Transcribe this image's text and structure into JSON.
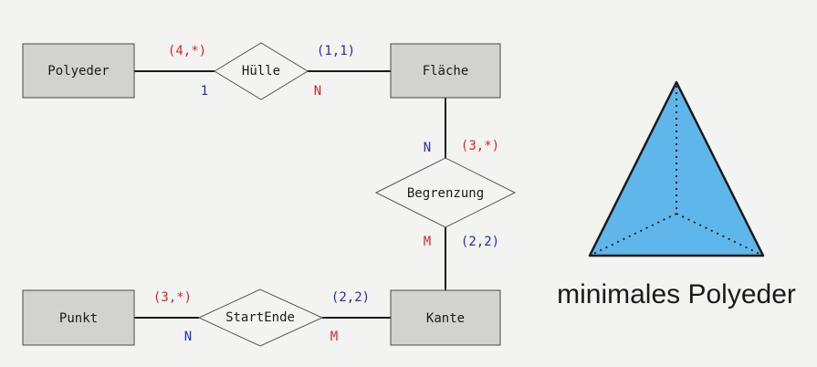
{
  "entities": {
    "polyeder": "Polyeder",
    "flaeche": "Fläche",
    "punkt": "Punkt",
    "kante": "Kante"
  },
  "relationships": {
    "huelle": "Hülle",
    "begrenzung": "Begrenzung",
    "startende": "StartEnde"
  },
  "labels": {
    "huelle_polyeder_minmax": "(4,*)",
    "huelle_polyeder_card": "1",
    "huelle_flaeche_minmax": "(1,1)",
    "huelle_flaeche_card": "N",
    "begrenzung_flaeche_card": "N",
    "begrenzung_flaeche_minmax": "(3,*)",
    "begrenzung_kante_card": "M",
    "begrenzung_kante_minmax": "(2,2)",
    "startende_punkt_minmax": "(3,*)",
    "startende_punkt_card": "N",
    "startende_kante_minmax": "(2,2)",
    "startende_kante_card": "M"
  },
  "illustration": {
    "caption": "minimales Polyeder"
  },
  "colors": {
    "entity_fill": "#d2d2d0",
    "relationship_fill": "#f3f3f1",
    "red": "#d42a2a",
    "blue": "#2a2ab4",
    "tetra_fill": "#5fb6ea"
  }
}
